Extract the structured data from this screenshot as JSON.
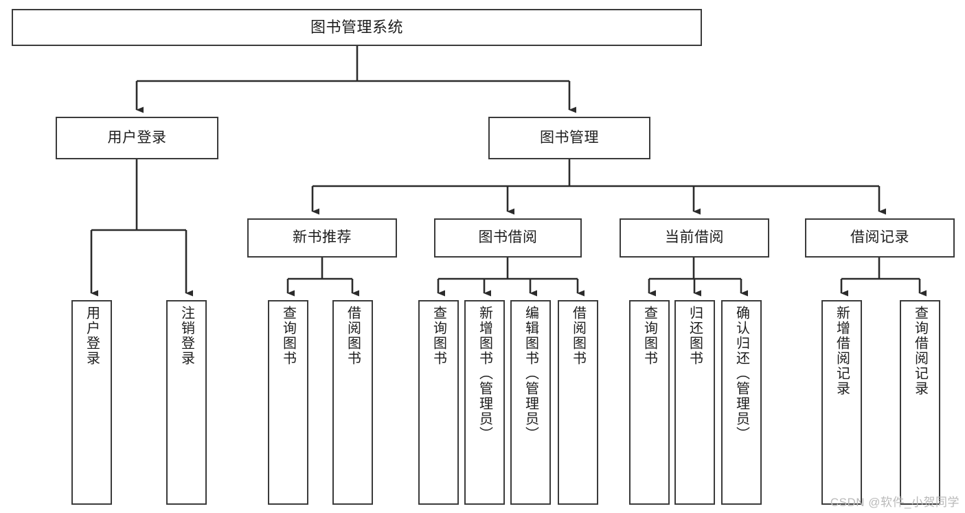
{
  "diagram": {
    "title": "图书管理系统",
    "type": "tree-hierarchy-diagram",
    "colors": {
      "box_border": "#3a3a3a",
      "box_fill": "#ffffff",
      "connector": "#2b2b2b",
      "text": "#1d1d1d",
      "watermark": "#b9b9b9",
      "background": "#ffffff"
    },
    "root": {
      "label": "图书管理系统"
    },
    "level2": [
      {
        "key": "user_login",
        "label": "用户登录"
      },
      {
        "key": "book_mgmt",
        "label": "图书管理"
      }
    ],
    "level3": [
      {
        "key": "new_book_rec",
        "label": "新书推荐"
      },
      {
        "key": "book_borrow",
        "label": "图书借阅"
      },
      {
        "key": "current_borrow",
        "label": "当前借阅"
      },
      {
        "key": "borrow_record",
        "label": "借阅记录"
      }
    ],
    "leaves": {
      "user_login": [
        {
          "label": "用户登录"
        },
        {
          "label": "注销登录"
        }
      ],
      "new_book_rec": [
        {
          "label": "查询图书"
        },
        {
          "label": "借阅图书"
        }
      ],
      "book_borrow": [
        {
          "label": "查询图书"
        },
        {
          "label": "新增图书（管理员）"
        },
        {
          "label": "编辑图书（管理员）"
        },
        {
          "label": "借阅图书"
        }
      ],
      "current_borrow": [
        {
          "label": "查询图书"
        },
        {
          "label": "归还图书"
        },
        {
          "label": "确认归还（管理员）"
        }
      ],
      "borrow_record": [
        {
          "label": "新增借阅记录"
        },
        {
          "label": "查询借阅记录"
        }
      ]
    },
    "watermark": "CSDN @软件_小贺同学"
  }
}
